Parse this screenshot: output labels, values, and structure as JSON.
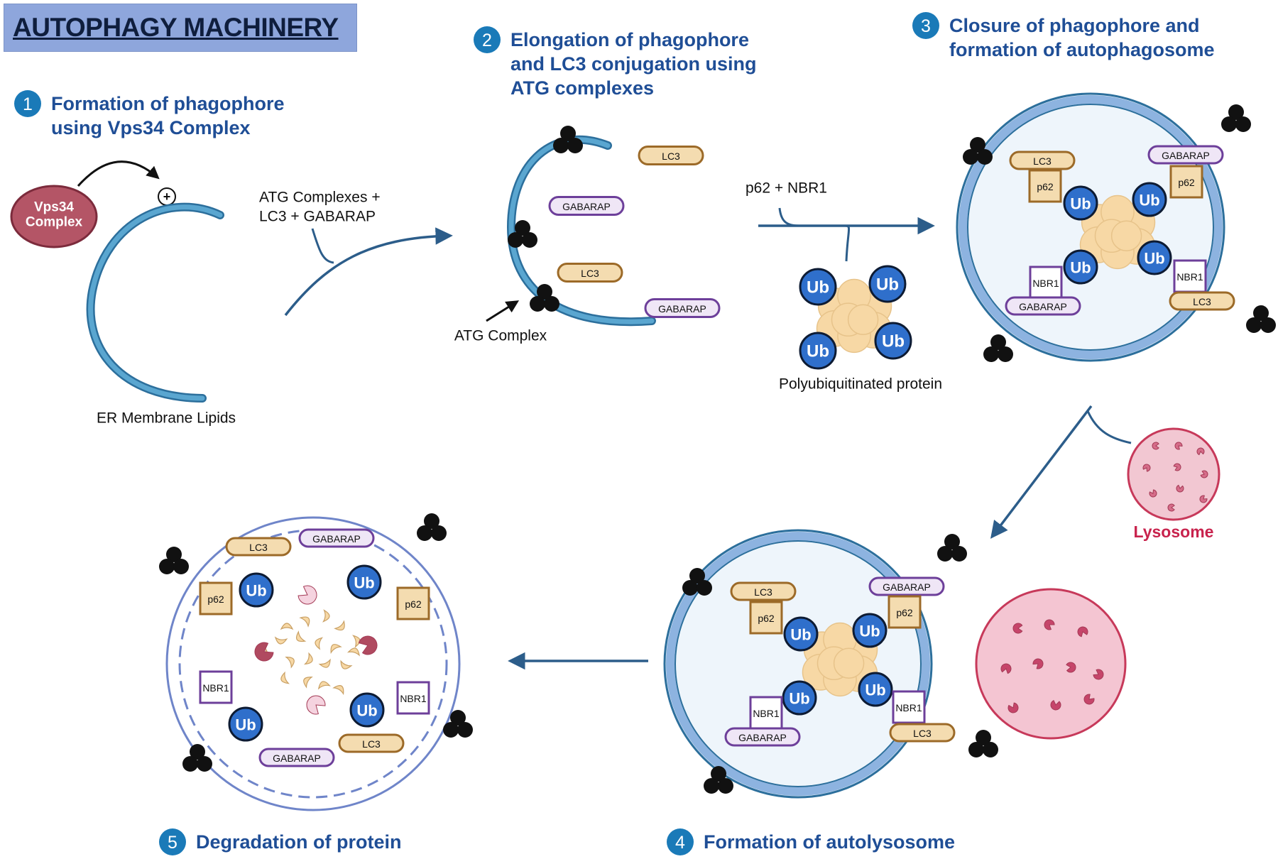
{
  "header": {
    "title": "AUTOPHAGY MACHINERY"
  },
  "steps": [
    {
      "num": "1",
      "lines": [
        "Formation of phagophore",
        "using Vps34 Complex"
      ]
    },
    {
      "num": "2",
      "lines": [
        "Elongation of phagophore",
        "and LC3 conjugation using",
        "ATG complexes"
      ]
    },
    {
      "num": "3",
      "lines": [
        "Closure of phagophore and",
        "formation of autophagosome"
      ]
    },
    {
      "num": "4",
      "lines": [
        "Formation of autolysosome"
      ]
    },
    {
      "num": "5",
      "lines": [
        "Degradation of protein"
      ]
    }
  ],
  "vps34": {
    "line1": "Vps34",
    "line2": "Complex",
    "plus": "+"
  },
  "labels": {
    "er_membrane": "ER Membrane Lipids",
    "atg_input_1": "ATG Complexes +",
    "atg_input_2": "LC3 + GABARAP",
    "atg_complex": "ATG Complex",
    "p62_nbr1": "p62 + NBR1",
    "polyub": "Polyubiquitinated protein",
    "lysosome": "Lysosome"
  },
  "markers": {
    "lc3": "LC3",
    "gabarap": "GABARAP",
    "p62": "p62",
    "nbr1": "NBR1",
    "ub": "Ub"
  },
  "colors": {
    "step_circle": "#1a7ab8",
    "step_text": "#1f4e96",
    "membrane": "#5aa6d0",
    "membrane_dark": "#2c6f9c",
    "vesicle_fill": "#eef5fb",
    "vesicle_ring": "#8db3e0",
    "ub_fill": "#2f6fcb",
    "lc3_fill": "#f4dcb0",
    "lc3_stroke": "#9c6a28",
    "gabarap_fill": "#efe6f6",
    "gabarap_stroke": "#6d3f9a",
    "vps34_fill": "#b45566",
    "lysosome_fill": "#f2c7d2",
    "lysosome_stroke": "#c7395a",
    "lysosome_text": "#c8234d",
    "protein_fill": "#f7d8a5",
    "arrow": "#2c5d8a",
    "banner": "#8ea6dc"
  }
}
